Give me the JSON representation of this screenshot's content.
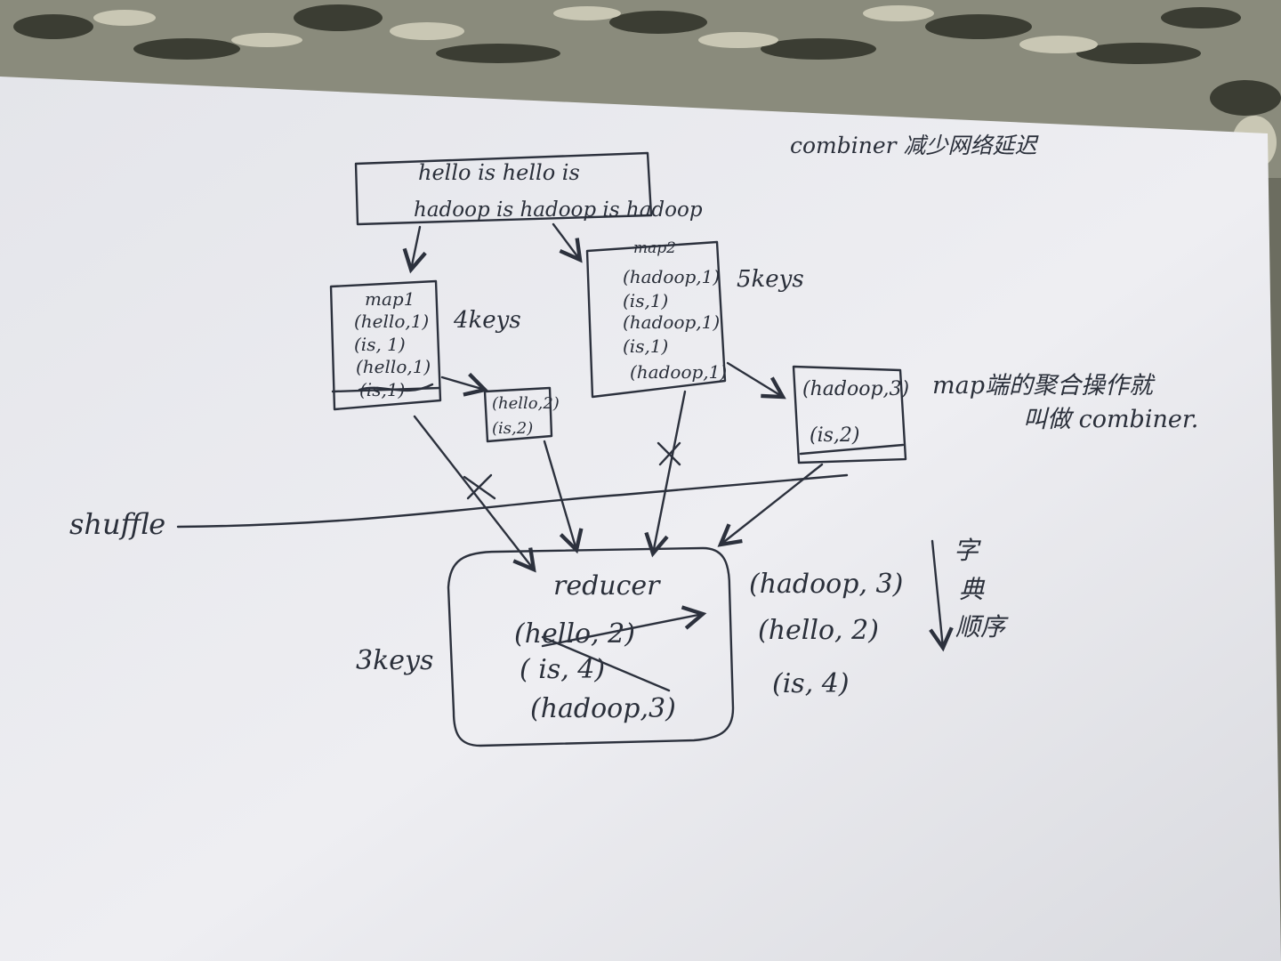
{
  "notes": {
    "combiner_title": "combiner 减少网络延迟",
    "map_aggregation_line1": "map端的聚合操作就",
    "map_aggregation_line2": "叫做 combiner.",
    "dict_order": [
      "字",
      "典",
      "顺序"
    ]
  },
  "input_box": {
    "line1": "hello is   hello is",
    "line2": "hadoop is hadoop is hadoop"
  },
  "map1": {
    "title": "map1",
    "pairs": [
      "(hello,1)",
      "(is, 1)",
      "(hello,1)",
      "(is,1)"
    ],
    "keys_note": "4keys"
  },
  "combined1": {
    "pairs": [
      "(hello,2)",
      "(is,2)"
    ]
  },
  "map2": {
    "title": "map2",
    "pairs": [
      "(hadoop,1)",
      "(is,1)",
      "(hadoop,1)",
      "(is,1)",
      "(hadoop,1)"
    ],
    "keys_note": "5keys"
  },
  "combined2": {
    "pairs": [
      "(hadoop,3)",
      "(is,2)"
    ]
  },
  "shuffle_label": "shuffle",
  "reducer": {
    "title": "reducer",
    "pairs": [
      "(hello, 2)",
      "( is, 4)",
      "(hadoop,3)"
    ],
    "keys_note": "3keys"
  },
  "sorted_output": [
    "(hadoop, 3)",
    "(hello, 2)",
    "(is, 4)"
  ]
}
